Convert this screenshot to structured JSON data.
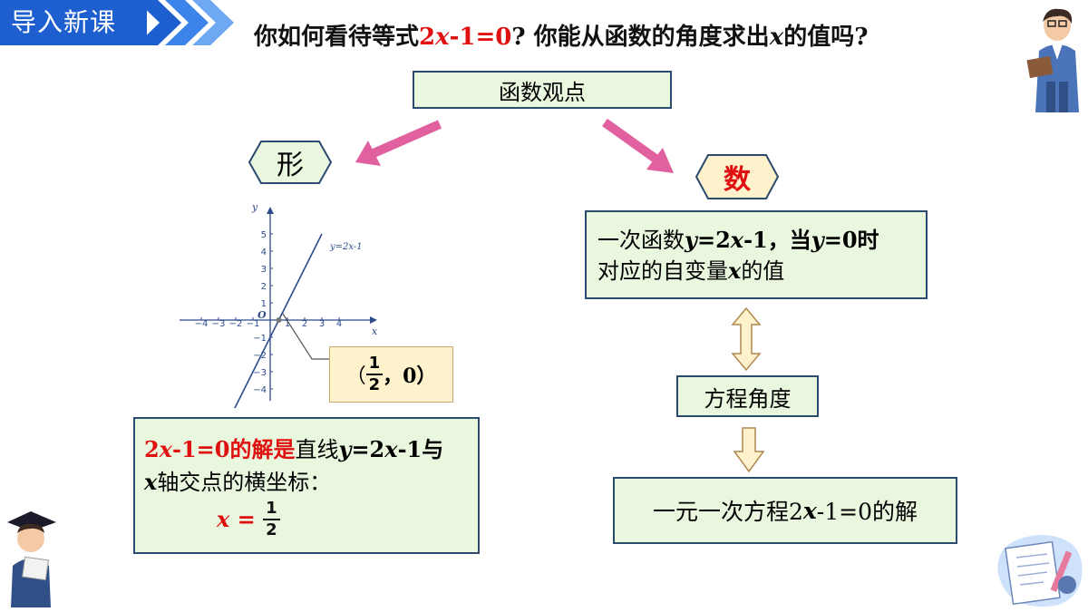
{
  "header": {
    "tag": "导入新课"
  },
  "question": {
    "part1": "你如何看待等式",
    "eq_num1": "2",
    "eq_x": "x",
    "eq_rest": "-1=0",
    "part2": "? 你能从函数的角度求出",
    "var_x": "x",
    "part3": "的值吗?"
  },
  "top_box": {
    "label": "函数观点"
  },
  "shape_hex": {
    "label": "形"
  },
  "number_hex": {
    "label": "数"
  },
  "func_box": {
    "line1_a": "一次函数",
    "line1_y": "y",
    "line1_b": "=2",
    "line1_x": "x",
    "line1_c": "-1，当",
    "line1_y2": "y",
    "line1_d": "=0时",
    "line2_a": "对应的自变量",
    "line2_x": "x",
    "line2_b": "的值"
  },
  "equation_box": {
    "label": "方程角度"
  },
  "solution_box": {
    "text_a": "一元一次方程2",
    "text_x": "x",
    "text_b": "-1=0的解"
  },
  "point_box": {
    "open": "（",
    "num": "1",
    "den": "2",
    "rest": "，0）"
  },
  "bottom_box": {
    "l1_red_a": "2",
    "l1_red_x": "x",
    "l1_red_b": "-1=0的解是",
    "l1_a": "直线",
    "l1_y": "y",
    "l1_b": "=2",
    "l1_x": "x",
    "l1_c": "-1与",
    "l2_x": "x",
    "l2_a": "轴交点的横坐标：",
    "l3_x": "x",
    "l3_eq": " = ",
    "l3_num": "1",
    "l3_den": "2"
  },
  "graph": {
    "y_axis_label": "y",
    "x_axis_label": "x",
    "origin_label": "O",
    "line_label": "y=2x-1",
    "x_ticks": [
      "−4",
      "−3",
      "−2",
      "−1",
      "1",
      "2",
      "3",
      "4"
    ],
    "y_ticks": [
      "5",
      "4",
      "3",
      "2",
      "1",
      "−1",
      "−2",
      "−3",
      "−4"
    ]
  },
  "colors": {
    "header_blue": "#1e5fd0",
    "arrow_pink": "#e060a0",
    "box_green": "#eaf7df",
    "point_box_yellow": "#fdf2cc",
    "axis_blue": "#2b4a8a",
    "red": "#e01010"
  }
}
